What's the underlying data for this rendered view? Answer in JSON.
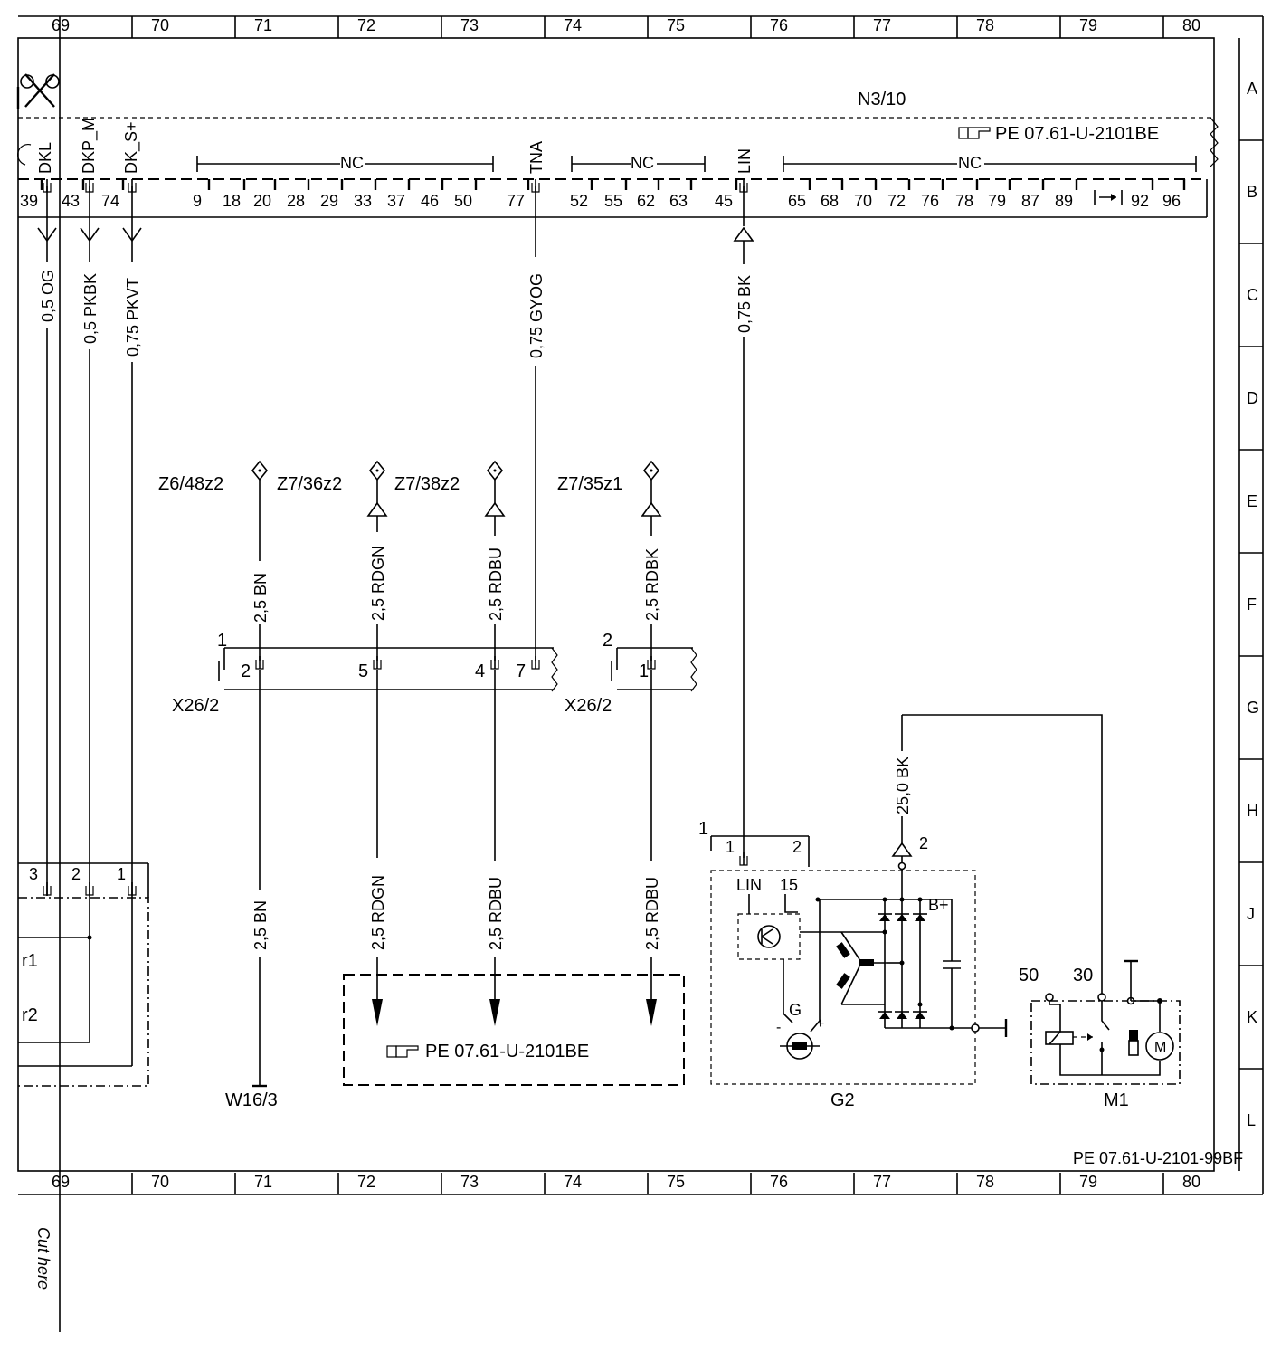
{
  "grid": {
    "columns": [
      "69",
      "70",
      "71",
      "72",
      "73",
      "74",
      "75",
      "76",
      "77",
      "78",
      "79",
      "80"
    ],
    "rows": [
      "A",
      "B",
      "C",
      "D",
      "E",
      "F",
      "G",
      "H",
      "J",
      "K",
      "L"
    ]
  },
  "control_unit": {
    "name": "N3/10",
    "reference": "PE 07.61-U-2101BE",
    "pin_labels": [
      "DKL",
      "DKP_M",
      "DK_S+",
      "NC",
      "TNA",
      "NC",
      "LIN",
      "NC"
    ],
    "pins": [
      "39",
      "43",
      "74",
      "9",
      "18",
      "20",
      "28",
      "29",
      "33",
      "37",
      "46",
      "50",
      "77",
      "52",
      "55",
      "62",
      "63",
      "45",
      "65",
      "68",
      "70",
      "72",
      "76",
      "78",
      "79",
      "87",
      "89",
      "92",
      "96"
    ]
  },
  "wires": {
    "w_dkl": "0,5 OG",
    "w_dkpm": "0,5 PKBK",
    "w_dks": "0,75 PKVT",
    "w_tna": "0,75 GYOG",
    "w_lin": "0,75 BK",
    "w_z6": "2,5 BN",
    "w_z7_36": "2,5 RDGN",
    "w_z7_38": "2,5 RDBU",
    "w_z7_35": "2,5 RDBK",
    "w_low_bn": "2,5 BN",
    "w_low_rdgn": "2,5 RDGN",
    "w_low_rdbu": "2,5 RDBU",
    "w_low_rdbu2": "2,5 RDBU",
    "w_b_plus": "25,0 BK"
  },
  "nodes": {
    "z6_48z2": "Z6/48z2",
    "z7_36z2": "Z7/36z2",
    "z7_38z2": "Z7/38z2",
    "z7_35z1": "Z7/35z1"
  },
  "connectors": {
    "x26_2a": "X26/2",
    "x26_2b": "X26/2",
    "x26_2a_num": "1",
    "x26_2b_num": "2",
    "x26a_pins": [
      "2",
      "5",
      "4",
      "7"
    ],
    "x26b_pins": [
      "1"
    ],
    "left_pins": [
      "3",
      "2",
      "1"
    ]
  },
  "left_component": {
    "r1": "r1",
    "r2": "r2"
  },
  "ground": "W16/3",
  "ref_box": "PE 07.61-U-2101BE",
  "alternator": {
    "name": "G2",
    "connector_num": "1",
    "pin1": "1",
    "pin2": "2",
    "lin": "LIN",
    "t15": "15",
    "g": "G",
    "b_plus": "B+",
    "terminal": "2",
    "minus": "-",
    "plus": "+"
  },
  "starter": {
    "name": "M1",
    "t50": "50",
    "t30": "30",
    "motor": "M"
  },
  "footer_ref": "PE 07.61-U-2101-99BF",
  "cut_here": "Cut here"
}
